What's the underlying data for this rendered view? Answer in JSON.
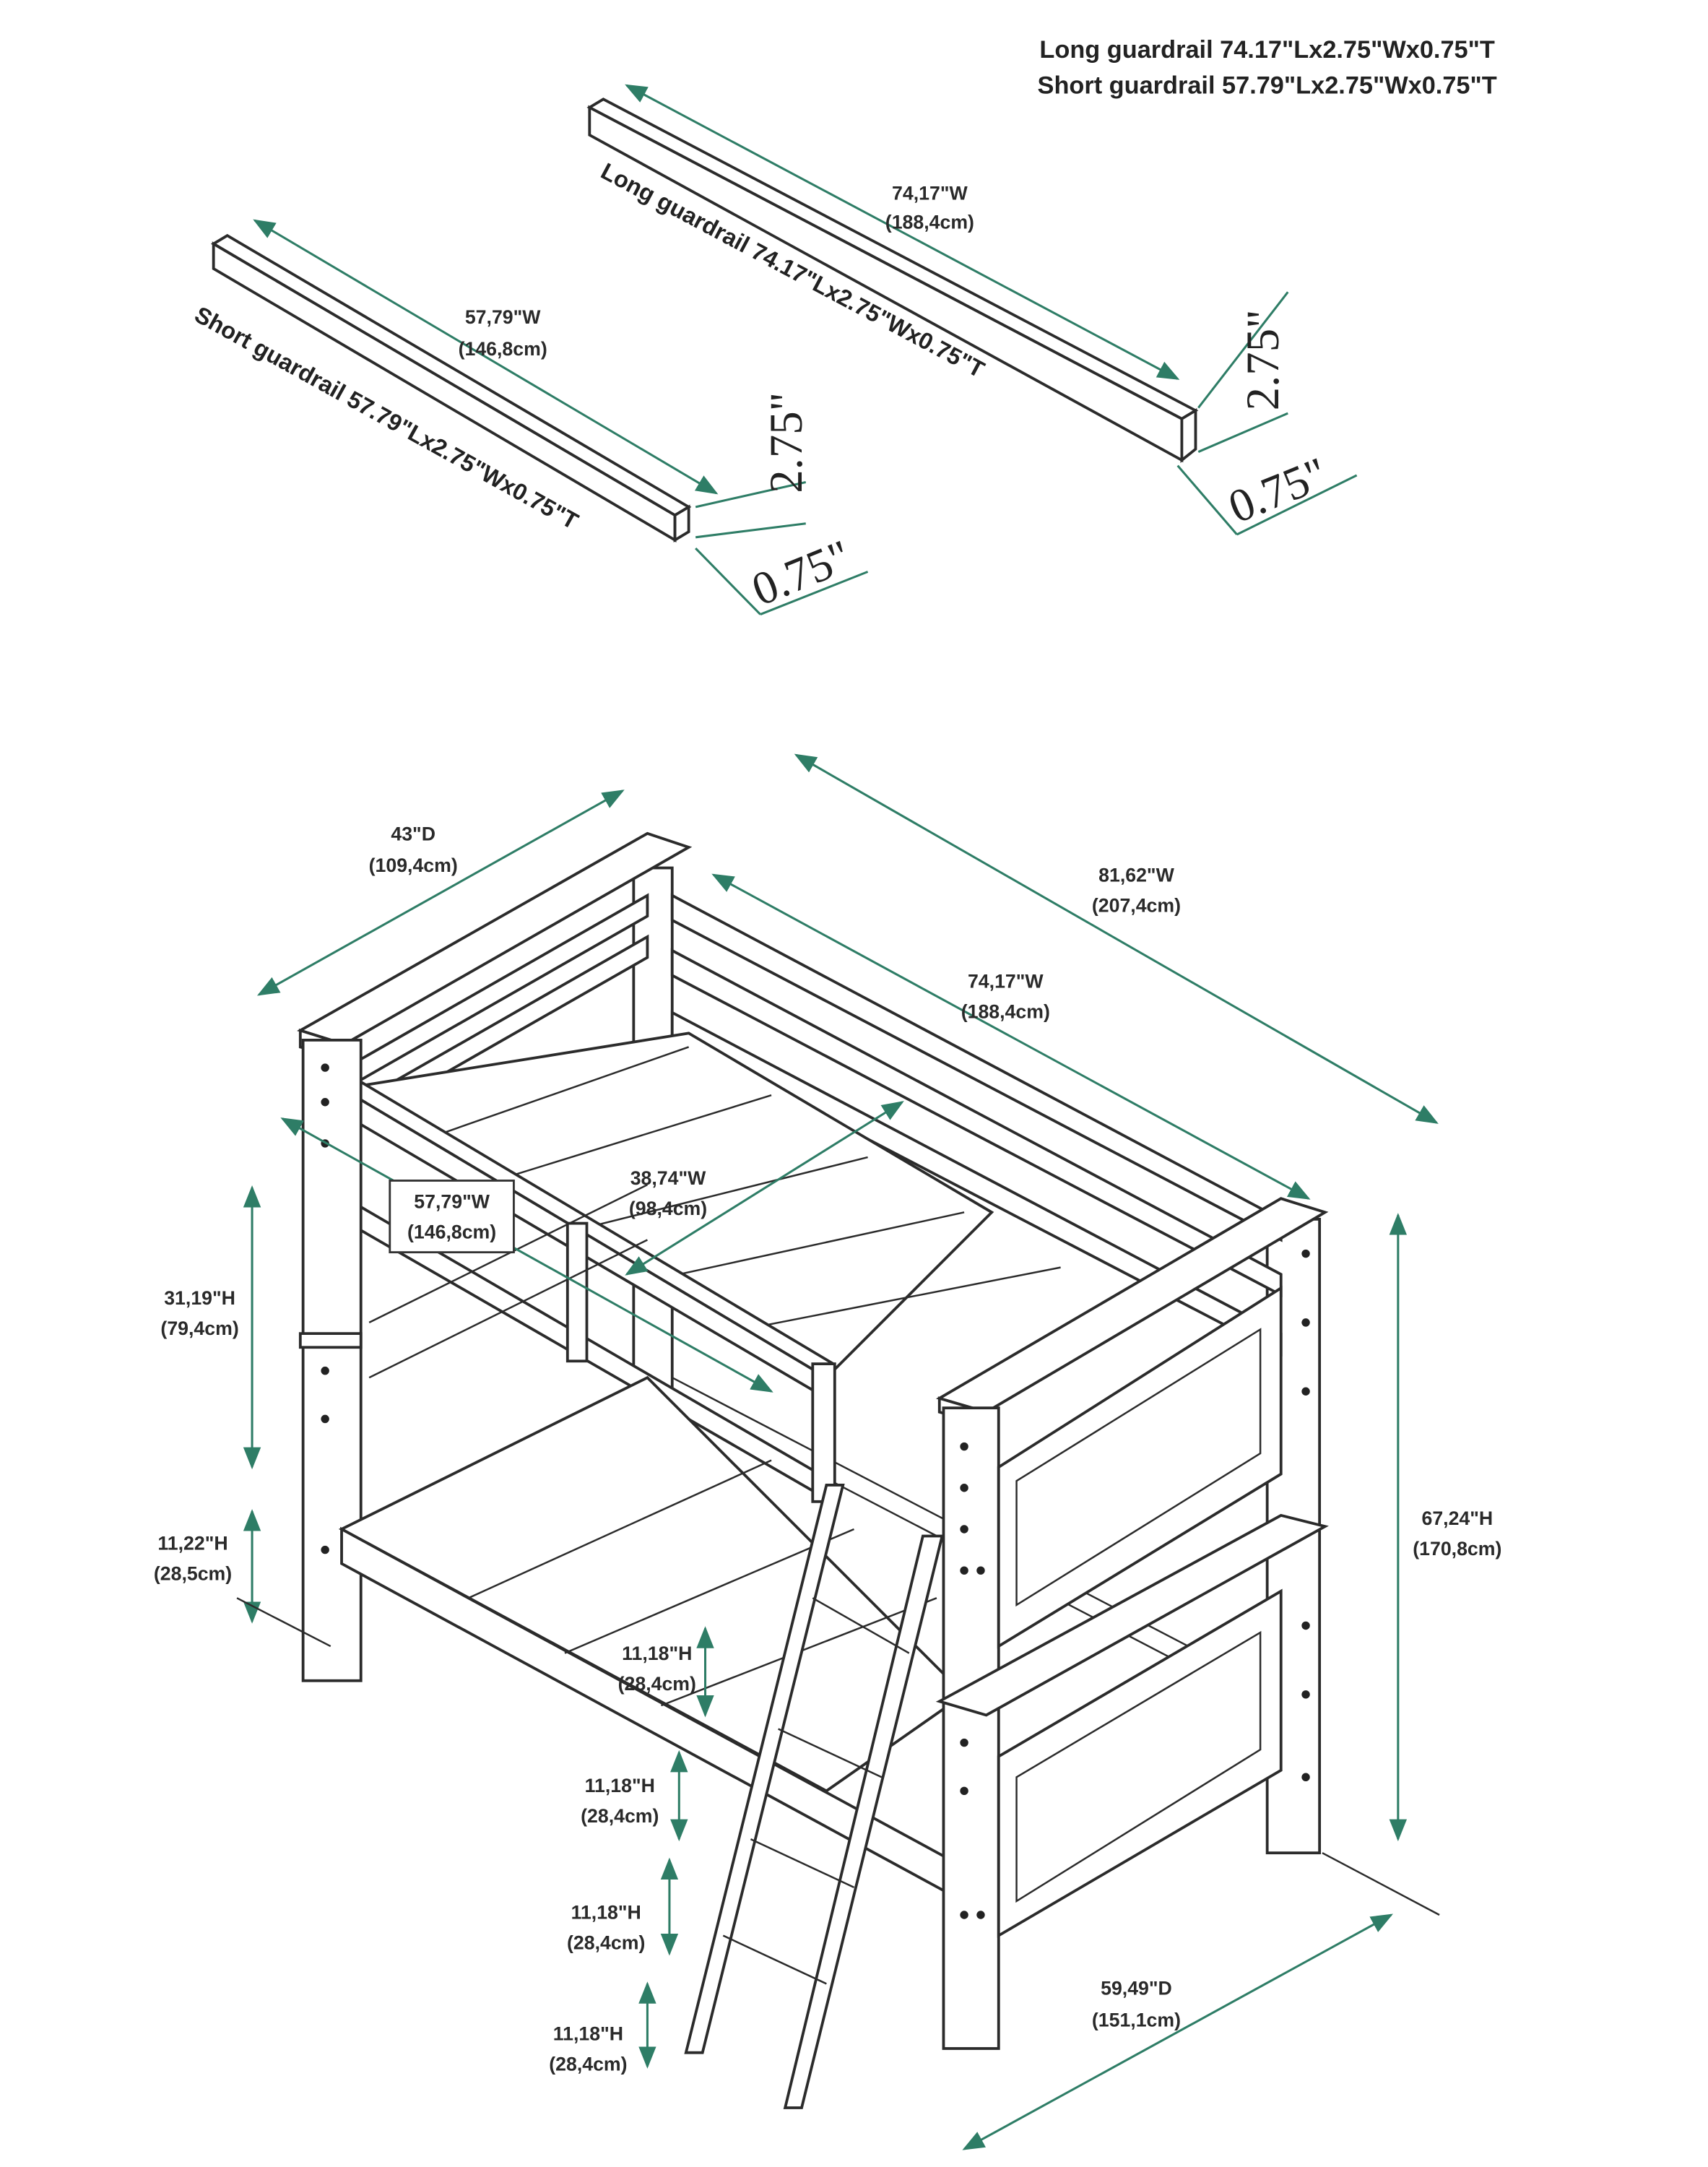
{
  "header": {
    "long_spec": "Long guardrail 74.17\"Lx2.75\"Wx0.75\"T",
    "short_spec": "Short guardrail 57.79\"Lx2.75\"Wx0.75\"T"
  },
  "guardrails": {
    "long": {
      "label": "Long guardrail 74.17\"Lx2.75\"Wx0.75\"T",
      "width": "74,17\"W",
      "width_cm": "(188,4cm)",
      "height": "2.75\"",
      "thickness": "0.75\""
    },
    "short": {
      "label": "Short guardrail 57.79\"Lx2.75\"Wx0.75\"T",
      "width": "57,79\"W",
      "width_cm": "(146,8cm)",
      "height": "2.75\"",
      "thickness": "0.75\""
    }
  },
  "bed": {
    "depth_top": {
      "in": "43\"D",
      "cm": "(109,4cm)"
    },
    "overall_width": {
      "in": "81,62\"W",
      "cm": "(207,4cm)"
    },
    "rail_width": {
      "in": "74,17\"W",
      "cm": "(188,4cm)"
    },
    "inner_width": {
      "in": "38,74\"W",
      "cm": "(98,4cm)"
    },
    "short_rail": {
      "in": "57,79\"W",
      "cm": "(146,8cm)"
    },
    "bunk_clearance": {
      "in": "31,19\"H",
      "cm": "(79,4cm)"
    },
    "floor_clearance": {
      "in": "11,22\"H",
      "cm": "(28,5cm)"
    },
    "overall_height": {
      "in": "67,24\"H",
      "cm": "(170,8cm)"
    },
    "ladder_steps": [
      {
        "in": "11,18\"H",
        "cm": "(28,4cm)"
      },
      {
        "in": "11,18\"H",
        "cm": "(28,4cm)"
      },
      {
        "in": "11,18\"H",
        "cm": "(28,4cm)"
      },
      {
        "in": "11,18\"H",
        "cm": "(28,4cm)"
      }
    ],
    "ladder_depth": {
      "in": "59,49\"D",
      "cm": "(151,1cm)"
    }
  },
  "colors": {
    "dimension": "#2e7d66",
    "line": "#2b2b2b"
  }
}
